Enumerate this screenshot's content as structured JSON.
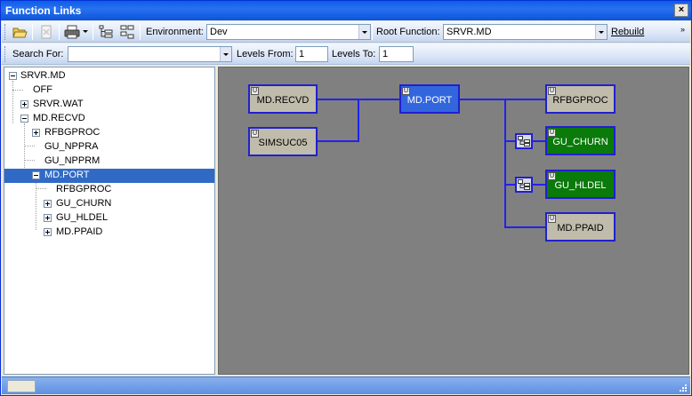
{
  "window": {
    "title": "Function Links",
    "close_glyph": "×"
  },
  "toolbar": {
    "open_icon": "folder-open-icon",
    "delete_icon": "delete-icon",
    "print_icon": "printer-icon",
    "layout1_icon": "tree-layout-icon",
    "layout2_icon": "list-layout-icon",
    "environment_label": "Environment:",
    "environment_value": "Dev",
    "root_function_label": "Root Function:",
    "root_function_value": "SRVR.MD",
    "rebuild_label": "Rebuild"
  },
  "search_bar": {
    "search_label": "Search For:",
    "search_value": "",
    "levels_from_label": "Levels From:",
    "levels_from_value": "1",
    "levels_to_label": "Levels To:",
    "levels_to_value": "1"
  },
  "tree": {
    "items": [
      {
        "label": "SRVR.MD",
        "expander": "minus"
      },
      {
        "label": "OFF",
        "expander": ""
      },
      {
        "label": "SRVR.WAT",
        "expander": "plus"
      },
      {
        "label": "MD.RECVD",
        "expander": "minus"
      },
      {
        "label": "RFBGPROC",
        "expander": "plus"
      },
      {
        "label": "GU_NPPRA",
        "expander": ""
      },
      {
        "label": "GU_NPPRM",
        "expander": ""
      },
      {
        "label": "MD.PORT",
        "expander": "minus",
        "selected": true
      },
      {
        "label": "RFBGPROC",
        "expander": ""
      },
      {
        "label": "GU_CHURN",
        "expander": "plus"
      },
      {
        "label": "GU_HLDEL",
        "expander": "plus"
      },
      {
        "label": "MD.PPAID",
        "expander": "plus"
      }
    ]
  },
  "diagram": {
    "badge": "U",
    "nodes": [
      {
        "id": "md_recvd",
        "label": "MD.RECVD",
        "style": "normal"
      },
      {
        "id": "simsuc05",
        "label": "SIMSUC05",
        "style": "normal"
      },
      {
        "id": "md_port",
        "label": "MD.PORT",
        "style": "selected"
      },
      {
        "id": "rfbgproc",
        "label": "RFBGPROC",
        "style": "normal"
      },
      {
        "id": "gu_churn",
        "label": "GU_CHURN",
        "style": "green"
      },
      {
        "id": "gu_hldel",
        "label": "GU_HLDEL",
        "style": "green"
      },
      {
        "id": "md_ppaid",
        "label": "MD.PPAID",
        "style": "normal"
      }
    ],
    "colors": {
      "canvas": "#808080",
      "connector": "#2222EE",
      "node": "#C0BCAC",
      "selected": "#3366DD",
      "green": "#0A7A0A"
    }
  }
}
